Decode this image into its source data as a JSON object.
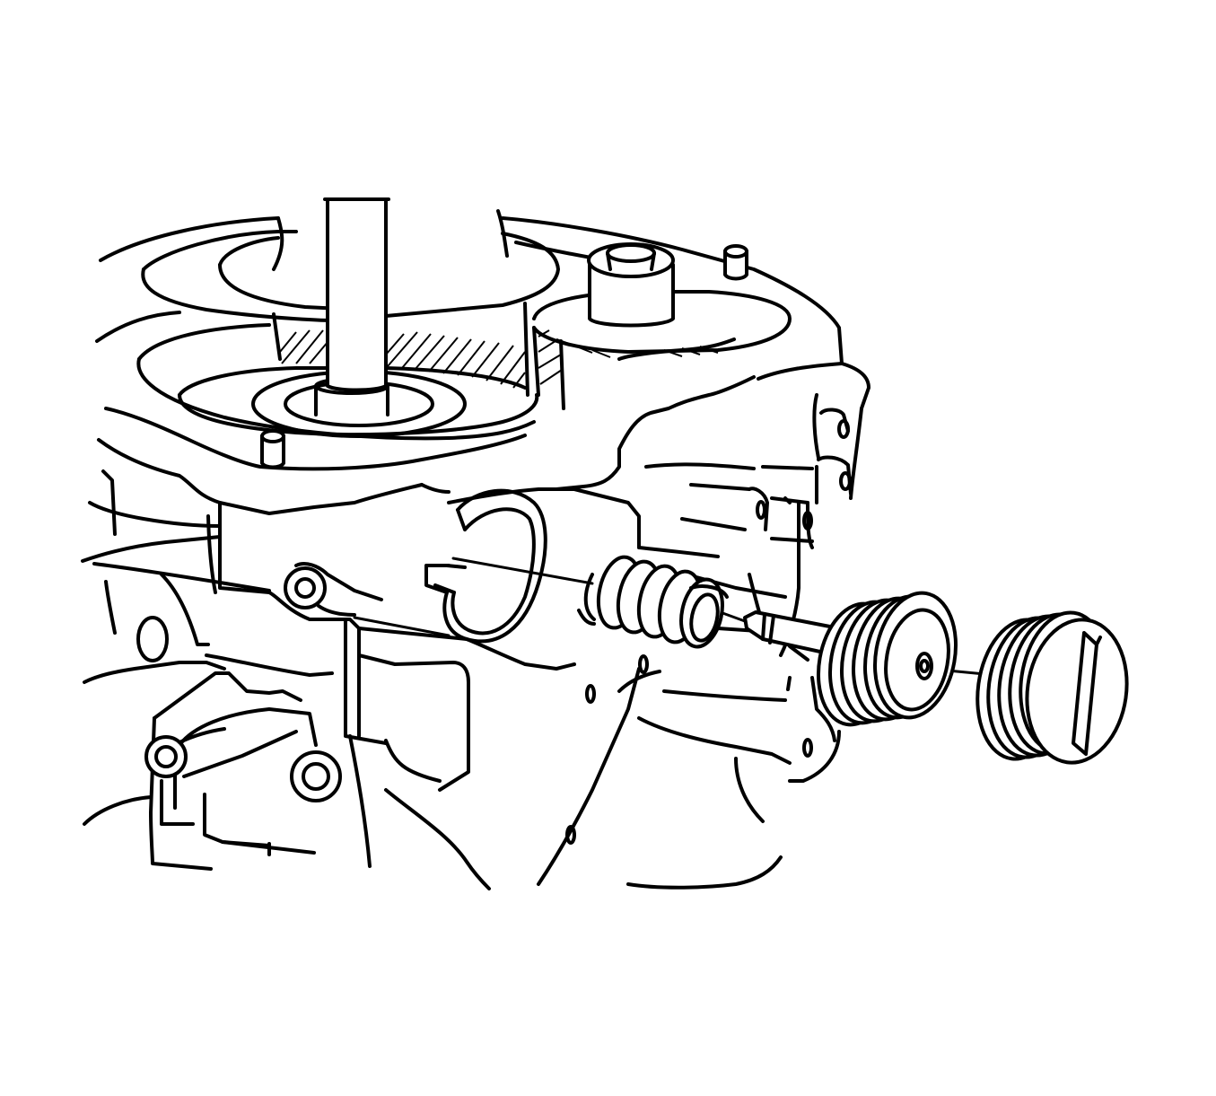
{
  "figure": {
    "style": "black line-art technical illustration",
    "background_color": "#ffffff",
    "line_color": "#000000",
    "components": [
      "transmission-case",
      "shaft",
      "gears",
      "dowel-pins",
      "snap-ring",
      "detent-spring",
      "detent-plunger",
      "plug",
      "cap"
    ]
  }
}
